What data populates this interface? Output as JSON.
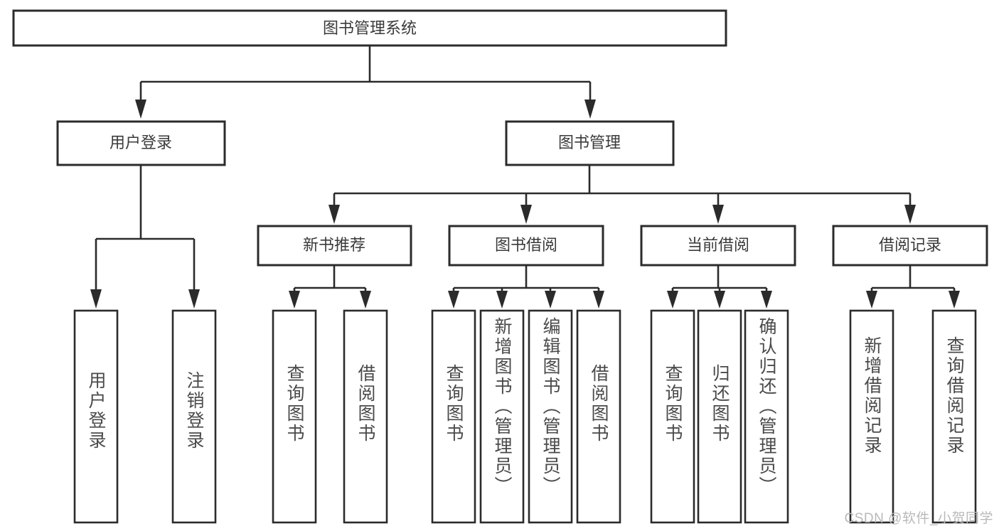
{
  "diagram": {
    "type": "hierarchy-flowchart",
    "root": {
      "id": "root",
      "label": "图书管理系统"
    },
    "level2": [
      {
        "id": "user-login",
        "label": "用户登录"
      },
      {
        "id": "book-management",
        "label": "图书管理"
      }
    ],
    "level3": [
      {
        "id": "new-book-recommend",
        "label": "新书推荐",
        "parent": "book-management"
      },
      {
        "id": "book-borrow",
        "label": "图书借阅",
        "parent": "book-management"
      },
      {
        "id": "current-borrow",
        "label": "当前借阅",
        "parent": "book-management"
      },
      {
        "id": "borrow-record",
        "label": "借阅记录",
        "parent": "book-management"
      }
    ],
    "leaves": [
      {
        "id": "leaf-user-login",
        "label": "用户登录",
        "parent": "user-login"
      },
      {
        "id": "leaf-user-logout",
        "label": "注销登录",
        "parent": "user-login"
      },
      {
        "id": "leaf-query-book-1",
        "label": "查询图书",
        "parent": "new-book-recommend"
      },
      {
        "id": "leaf-borrow-book-1",
        "label": "借阅图书",
        "parent": "new-book-recommend"
      },
      {
        "id": "leaf-query-book-2",
        "label": "查询图书",
        "parent": "book-borrow"
      },
      {
        "id": "leaf-add-book",
        "label": "新增图书（管理员）",
        "parent": "book-borrow"
      },
      {
        "id": "leaf-edit-book",
        "label": "编辑图书（管理员）",
        "parent": "book-borrow"
      },
      {
        "id": "leaf-borrow-book-2",
        "label": "借阅图书",
        "parent": "book-borrow"
      },
      {
        "id": "leaf-query-book-3",
        "label": "查询图书",
        "parent": "current-borrow"
      },
      {
        "id": "leaf-return-book",
        "label": "归还图书",
        "parent": "current-borrow"
      },
      {
        "id": "leaf-confirm-return",
        "label": "确认归还（管理员）",
        "parent": "current-borrow"
      },
      {
        "id": "leaf-add-record",
        "label": "新增借阅记录",
        "parent": "borrow-record"
      },
      {
        "id": "leaf-query-record",
        "label": "查询借阅记录",
        "parent": "borrow-record"
      }
    ],
    "colors": {
      "stroke": "#2b2b2b",
      "fill": "#ffffff",
      "text": "#3a3a3a",
      "watermark": "#b9b9b9"
    }
  },
  "watermark": {
    "text": "CSDN @软件_小贺同学"
  }
}
